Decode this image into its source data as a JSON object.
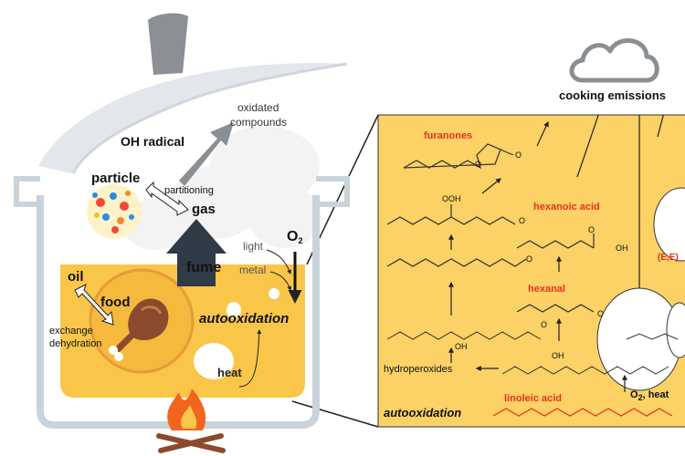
{
  "pot_labels": {
    "oxidated_compounds_1": "oxidated",
    "oxidated_compounds_2": "compounds",
    "oh_radical": "OH radical",
    "particle": "particle",
    "partitioning": "partitioning",
    "gas": "gas",
    "o2_main": "O",
    "o2_sub": "2",
    "light": "light",
    "metal": "metal",
    "fume": "fume",
    "oil": "oil",
    "food": "food",
    "exchange": "exchange",
    "dehydration": "dehydration",
    "autooxidation": "autooxidation",
    "heat": "heat"
  },
  "panel_labels": {
    "cooking_emissions": "cooking emissions",
    "furanones": "furanones",
    "ooh": "OOH",
    "hexanoic_acid": "hexanoic acid",
    "oh_acid": "OH",
    "o_acid": "O",
    "hexanal": "hexanal",
    "o_aldehyde": "O",
    "o_furanone": "O",
    "o_ring": "O",
    "hydroperoxides": "hydroperoxides",
    "oh_hydro": "OH",
    "oh_mid": "OH",
    "o_top_chain": "O",
    "linoleic_acid": "linoleic acid",
    "o2_heat_main": "O",
    "o2_heat_sub": "2",
    "o2_heat_rest": ", heat",
    "ee": "(E,E)",
    "autooxidation": "autooxidation"
  },
  "colors": {
    "pot_outline": "#c9d3dc",
    "oil_fill": "#f9c64a",
    "panel_fill": "#fcd165",
    "lid_fill": "#e3e7eb",
    "arrow_dark": "#2f3b46",
    "arrow_gray": "#8a8f94",
    "red_label": "#e8321e",
    "flame_orange": "#f2651e"
  },
  "icons": [
    "cloud-icon",
    "flame-icon",
    "chicken-leg-icon",
    "particle-cluster-icon"
  ]
}
